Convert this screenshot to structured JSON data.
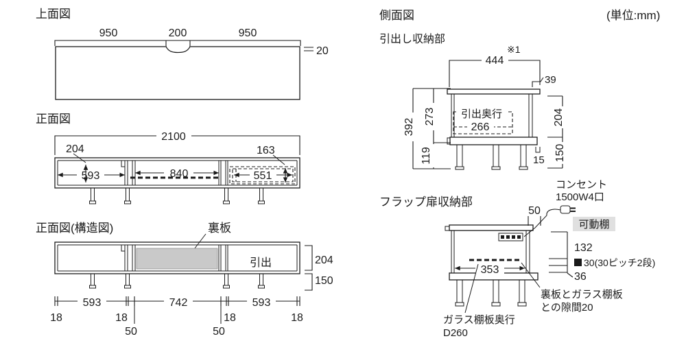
{
  "unit_note": "(単位:mm)",
  "top_view": {
    "title": "上面図",
    "dim_left": "950",
    "dim_center": "200",
    "dim_right": "950",
    "thickness": "20"
  },
  "front_view": {
    "title": "正面図",
    "total_width": "2100",
    "left_height": "204",
    "drawer_height": "163",
    "left_width": "593",
    "center_width": "840",
    "drawer_width": "551"
  },
  "structure_view": {
    "title": "正面図(構造図)",
    "back_panel": "裏板",
    "drawer": "引出",
    "upper_height": "204",
    "lower_height": "150",
    "d18_1": "18",
    "d593_1": "593",
    "d18_2": "18",
    "d50_1": "50",
    "d742": "742",
    "d50_2": "50",
    "d18_3": "18",
    "d593_2": "593",
    "d18_4": "18"
  },
  "side_view": {
    "title": "側面図",
    "drawer_section": {
      "title": "引出し収納部",
      "note": "※1",
      "depth": "444",
      "back_gap": "39",
      "total_height": "392",
      "body_height": "273",
      "leg_height": "119",
      "inner_height": "204",
      "base_height": "150",
      "foot": "15",
      "drawer_depth_label": "引出奥行",
      "drawer_depth": "266"
    },
    "flap_section": {
      "title": "フラップ扉収納部",
      "outlet_line1": "コンセント",
      "outlet_line2": "1500W4口",
      "outlet_offset": "50",
      "movable_shelf": "可動棚",
      "pitch_upper": "132",
      "pitch_step": "30(30ピッチ2段)",
      "pitch_lower": "36",
      "shelf_width": "353",
      "gap_line1": "裏板とガラス棚板",
      "gap_line2": "との隙間20",
      "glass_line1": "ガラス棚板奥行",
      "glass_line2": "D260"
    }
  }
}
